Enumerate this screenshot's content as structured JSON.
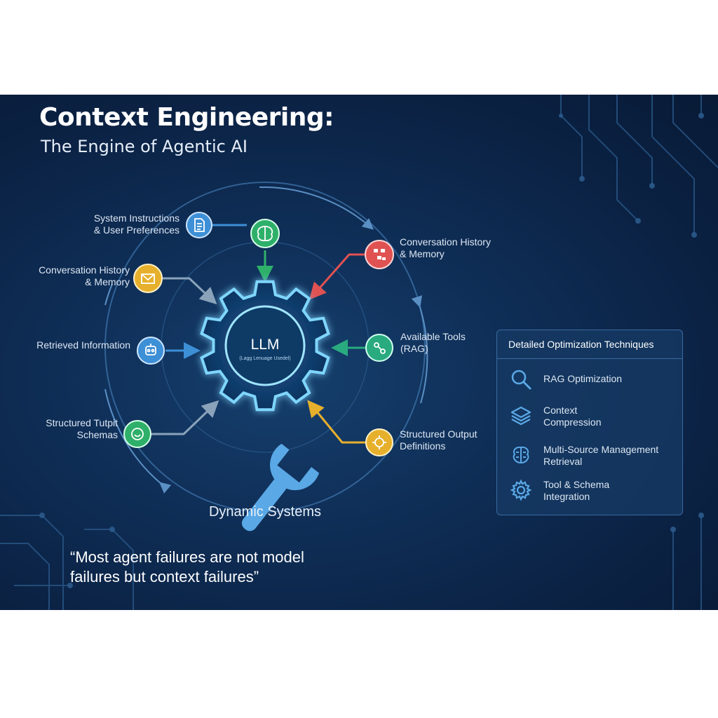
{
  "header": {
    "title": "Context Engineering:",
    "subtitle": "The Engine of Agentic AI"
  },
  "diagram": {
    "center": {
      "label": "LLM",
      "sublabel": "(Lagg Lenuage Usedel)"
    },
    "nodes": [
      {
        "id": "system",
        "lines": [
          "System Instructions",
          "& User Preferences"
        ],
        "color": "#3d8fd6",
        "icon": "document-icon"
      },
      {
        "id": "brain",
        "lines": [],
        "color": "#2fb06a",
        "icon": "brain-icon"
      },
      {
        "id": "history-left",
        "lines": [
          "Conversation History",
          "& Memory"
        ],
        "color": "#e7b02c",
        "icon": "envelope-icon"
      },
      {
        "id": "retrieved",
        "lines": [
          "Retrieved Information"
        ],
        "color": "#3d8fd6",
        "icon": "robot-icon"
      },
      {
        "id": "structured-left",
        "lines": [
          "Structured Tutpit",
          "Schemas"
        ],
        "color": "#2fb06a",
        "icon": "chat-icon"
      },
      {
        "id": "history-right",
        "lines": [
          "Conversation History",
          "& Memory"
        ],
        "color": "#e05252",
        "icon": "network-icon"
      },
      {
        "id": "tools",
        "lines": [
          "Available Tools",
          "(RAG)"
        ],
        "color": "#2aaa7f",
        "icon": "tools-icon"
      },
      {
        "id": "structured-right",
        "lines": [
          "Structured Output",
          "Definitions"
        ],
        "color": "#e7b02c",
        "icon": "gear-icon"
      }
    ],
    "bottom_label": "Dynamic Systems"
  },
  "quote": {
    "line1": "“Most agent failures are not model",
    "line2": "failures but context failures”"
  },
  "panel": {
    "title": "Detailed Optimization Techniques",
    "items": [
      {
        "lines": [
          "RAG Optimization"
        ],
        "icon": "magnifier-icon"
      },
      {
        "lines": [
          "Context",
          "Compression"
        ],
        "icon": "layers-icon"
      },
      {
        "lines": [
          "Multi-Source Management",
          "Retrieval"
        ],
        "icon": "brain-icon"
      },
      {
        "lines": [
          "Tool & Schema",
          "Integration"
        ],
        "icon": "gear-icon"
      }
    ]
  },
  "colors": {
    "background": "#0f2f58",
    "gear_glow": "#7fd6ff",
    "blue": "#3d8fd6",
    "green": "#2fb06a",
    "yellow": "#e7b02c",
    "red": "#e05252",
    "teal": "#2aaa7f"
  }
}
